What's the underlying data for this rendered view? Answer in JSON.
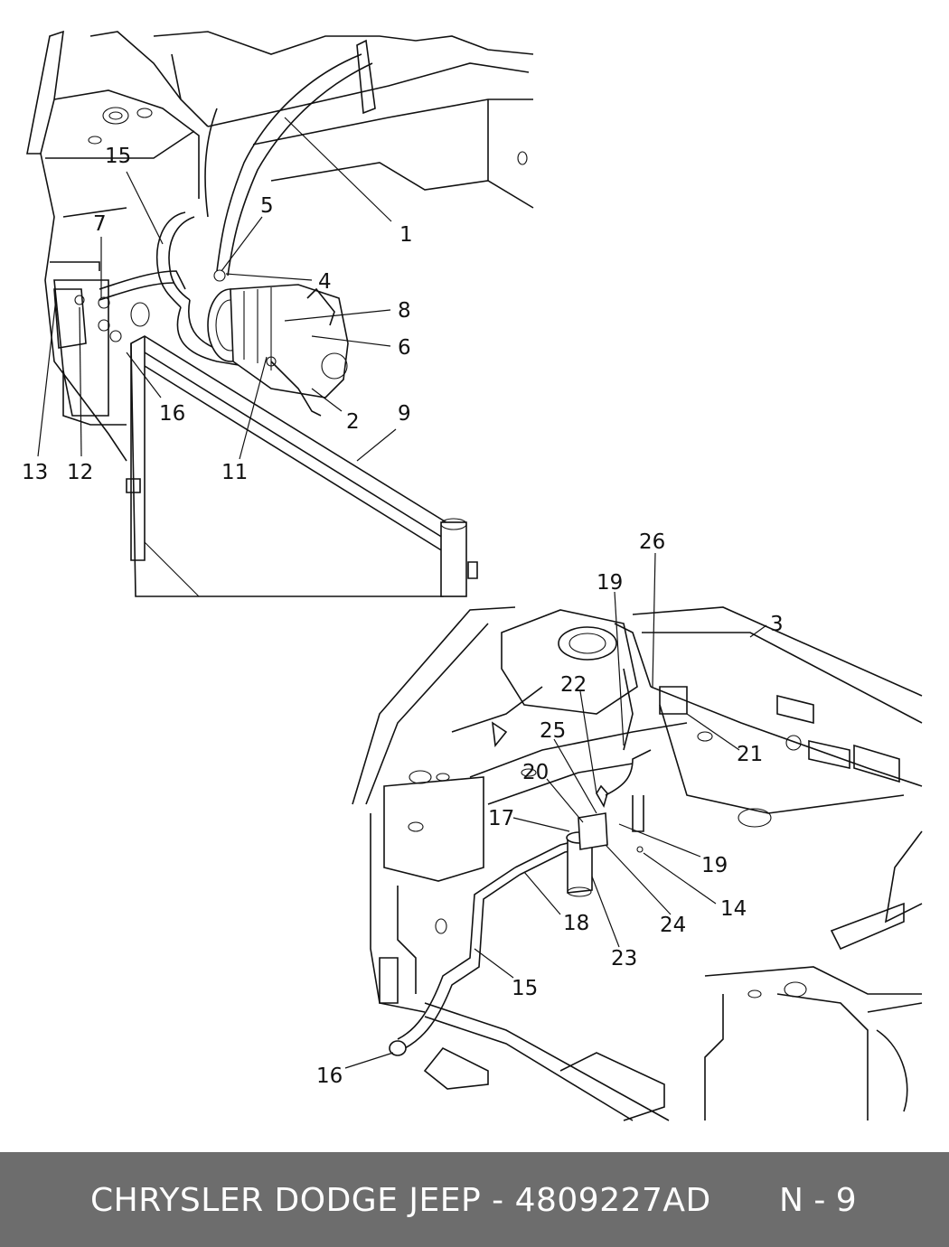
{
  "diagram": {
    "callouts_top": [
      "1",
      "2",
      "4",
      "5",
      "6",
      "7",
      "8",
      "9",
      "11",
      "12",
      "13",
      "15",
      "16"
    ],
    "callouts_bottom": [
      "3",
      "14",
      "15",
      "16",
      "17",
      "18",
      "19",
      "19",
      "20",
      "21",
      "22",
      "23",
      "24",
      "25",
      "26"
    ]
  },
  "footer": {
    "title": "CHRYSLER DODGE JEEP - 4809227AD",
    "page": "N - 9"
  },
  "colors": {
    "footer_bg": "#6d6d6d",
    "footer_text": "#ffffff",
    "line": "#111111"
  }
}
